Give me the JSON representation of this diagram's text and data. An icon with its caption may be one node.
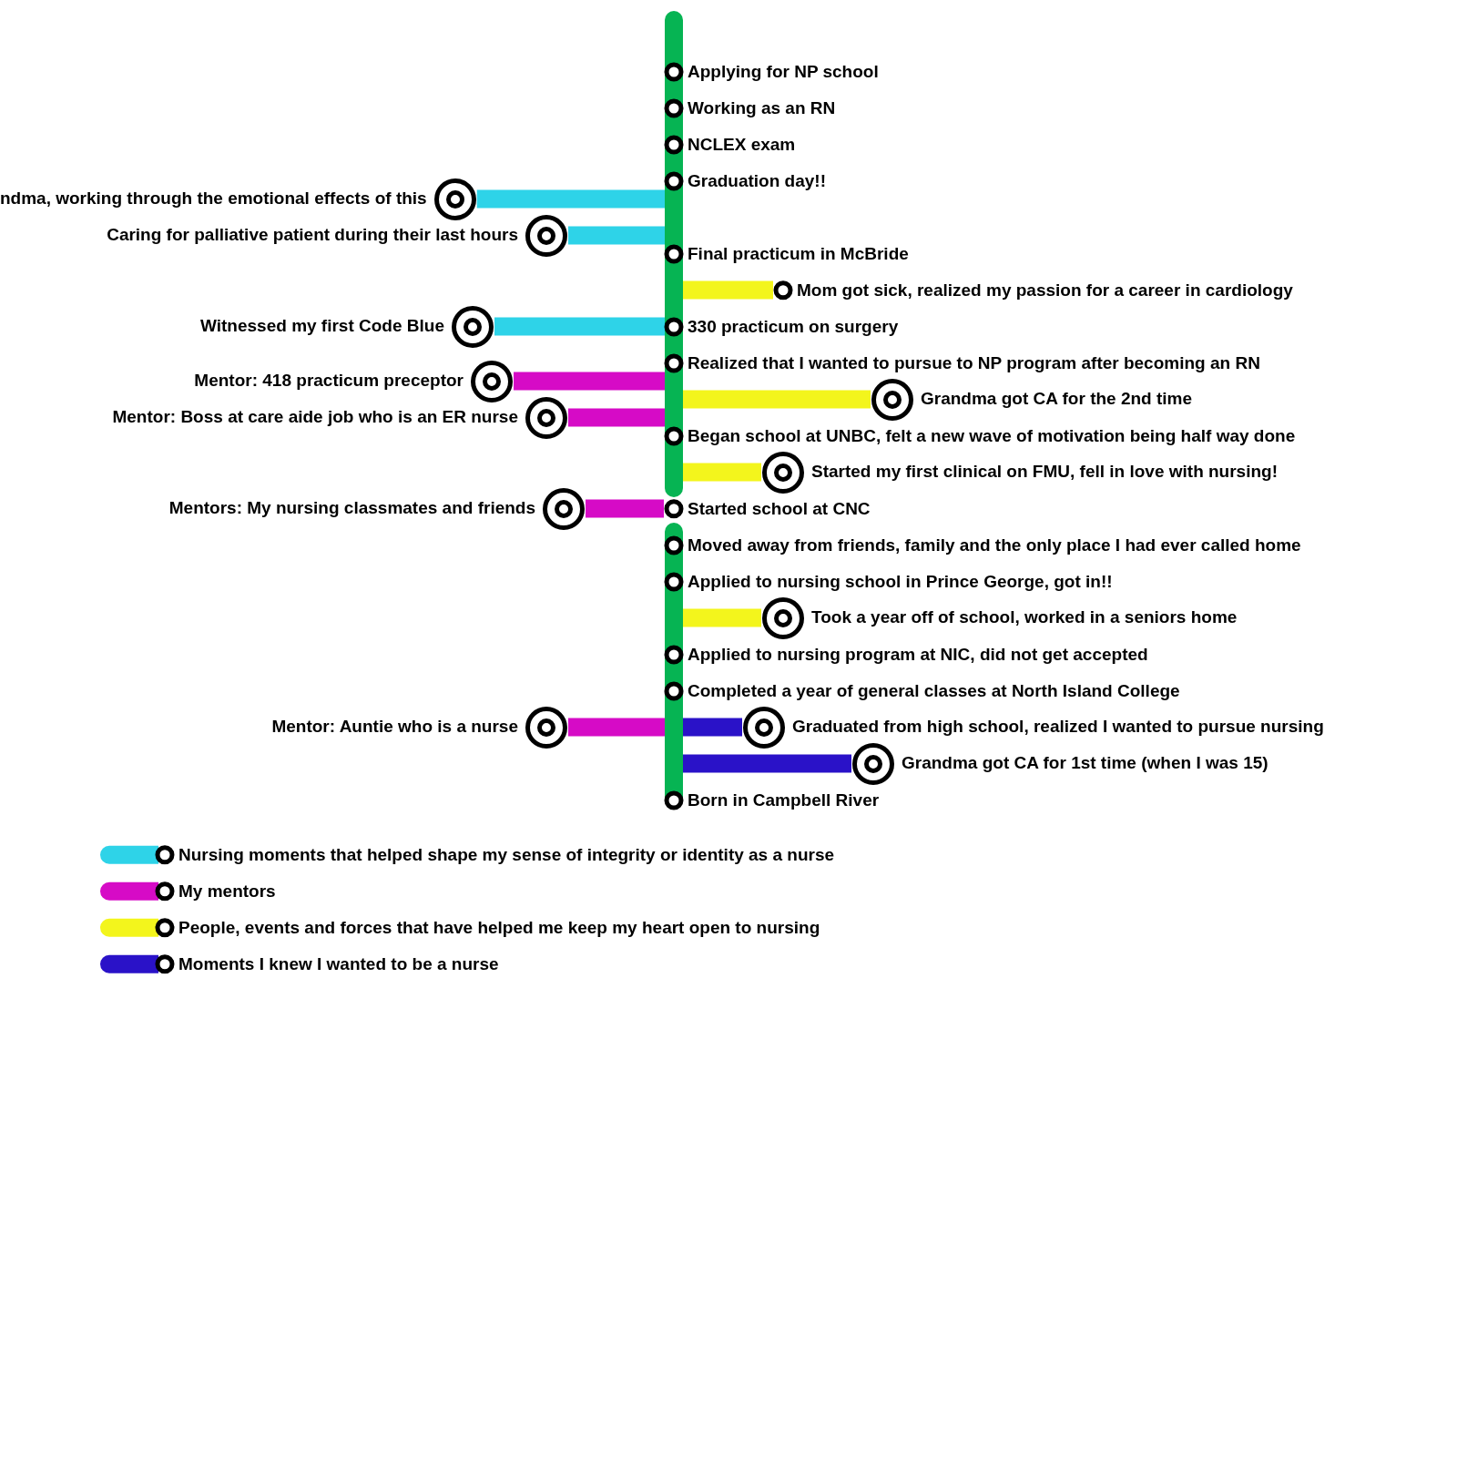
{
  "diagram": {
    "nodes": [
      {
        "text": [],
        "shape": "bar"
      },
      {
        "text": [],
        "shape": "bar"
      },
      {
        "text": [
          "Applying for NP school"
        ]
      },
      {
        "text": [
          "Working as an RN"
        ]
      },
      {
        "text": [
          "NCLEX exam"
        ]
      },
      {
        "text": [
          "Graduation day!!"
        ]
      },
      {
        "text": [
          "ndma, working through the emotional effects of this"
        ]
      },
      {
        "text": [
          "Caring for palliative patient during their last hours"
        ]
      },
      {
        "text": [
          "Final practicum in McBride"
        ]
      },
      {
        "text": [
          "Mom got sick, realized my passion for a career in cardiology"
        ]
      },
      {
        "text": [
          "Witnessed my first Code Blue"
        ]
      },
      {
        "text": [
          "330 practicum on surgery"
        ]
      },
      {
        "text": [
          "Realized that I wanted to pursue to NP program after becoming an RN"
        ]
      },
      {
        "text": [
          "Mentor: 418 practicum preceptor"
        ]
      },
      {
        "text": [
          "Grandma got CA for the 2nd time"
        ]
      },
      {
        "text": [
          "Mentor: Boss at care aide job who is an ER nurse"
        ]
      },
      {
        "text": [
          "Began school at UNBC, felt a new wave of motivation being half way done"
        ]
      },
      {
        "text": [
          "Started my first clinical on FMU, fell in love with nursing!"
        ]
      },
      {
        "text": [
          "Mentors: My nursing classmates and friends"
        ]
      },
      {
        "text": [
          "Started school at CNC"
        ]
      },
      {
        "text": [
          "Moved away from friends, family and the only place I had ever called home"
        ]
      },
      {
        "text": [
          "Applied to nursing school in Prince George, got in!!"
        ]
      },
      {
        "text": [
          "Took a year off of school, worked in a seniors home"
        ]
      },
      {
        "text": [
          "Applied to nursing program at NIC, did not get accepted"
        ]
      },
      {
        "text": [
          "Completed a year of general classes at North Island College"
        ]
      },
      {
        "text": [
          "Mentor: Auntie who is a nurse"
        ]
      },
      {
        "text": [
          "Graduated from high school, realized I wanted to pursue nursing"
        ]
      },
      {
        "text": [
          "Grandma got CA for 1st time (when I was 15)"
        ]
      },
      {
        "text": [
          "Born in Campbell River"
        ]
      }
    ],
    "edges": [
      {
        "from": 0,
        "to": 6,
        "arrow": "none",
        "color": "#2ed3e8"
      },
      {
        "from": 0,
        "to": 7,
        "arrow": "none",
        "color": "#2ed3e8"
      },
      {
        "from": 0,
        "to": 9,
        "arrow": "none",
        "color": "#f3f51c"
      },
      {
        "from": 0,
        "to": 10,
        "arrow": "none",
        "color": "#2ed3e8"
      },
      {
        "from": 0,
        "to": 13,
        "arrow": "none",
        "color": "#d60bc6"
      },
      {
        "from": 0,
        "to": 14,
        "arrow": "none",
        "color": "#f3f51c"
      },
      {
        "from": 0,
        "to": 15,
        "arrow": "none",
        "color": "#d60bc6"
      },
      {
        "from": 0,
        "to": 17,
        "arrow": "none",
        "color": "#f3f51c"
      },
      {
        "from": 19,
        "to": 18,
        "arrow": "none",
        "color": "#d60bc6"
      },
      {
        "from": 1,
        "to": 22,
        "arrow": "none",
        "color": "#f3f51c"
      },
      {
        "from": 1,
        "to": 25,
        "arrow": "none",
        "color": "#d60bc6"
      },
      {
        "from": 1,
        "to": 26,
        "arrow": "none",
        "color": "#2a12c8"
      },
      {
        "from": 1,
        "to": 27,
        "arrow": "none",
        "color": "#2a12c8"
      }
    ],
    "legend": [
      {
        "text": "Nursing moments that helped shape my sense of integrity or identity as a nurse",
        "color": "#2ed3e8"
      },
      {
        "text": "My mentors",
        "color": "#d60bc6"
      },
      {
        "text": "People, events and forces that have helped me keep my heart open to nursing",
        "color": "#f3f51c"
      },
      {
        "text": "Moments I knew I wanted to be a nurse",
        "color": "#2a12c8"
      }
    ]
  }
}
